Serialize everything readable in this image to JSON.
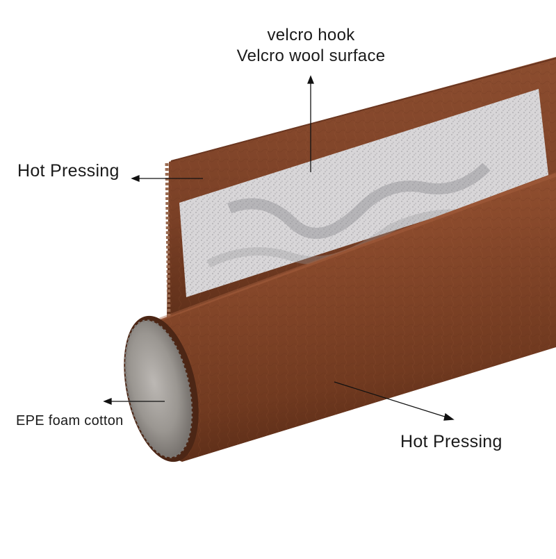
{
  "annotations": {
    "velcro_line1": "velcro hook",
    "velcro_line2": "Velcro wool surface",
    "hot_pressing_top": "Hot Pressing",
    "epe_foam": "EPE foam cotton",
    "hot_pressing_bottom": "Hot Pressing"
  },
  "colors": {
    "leather": "#8a4a2c",
    "leather_dark": "#5e2f19",
    "velcro": "#d8d6d8",
    "foam": "#8e8a86",
    "text": "#1a1a1a",
    "background": "#ffffff"
  }
}
